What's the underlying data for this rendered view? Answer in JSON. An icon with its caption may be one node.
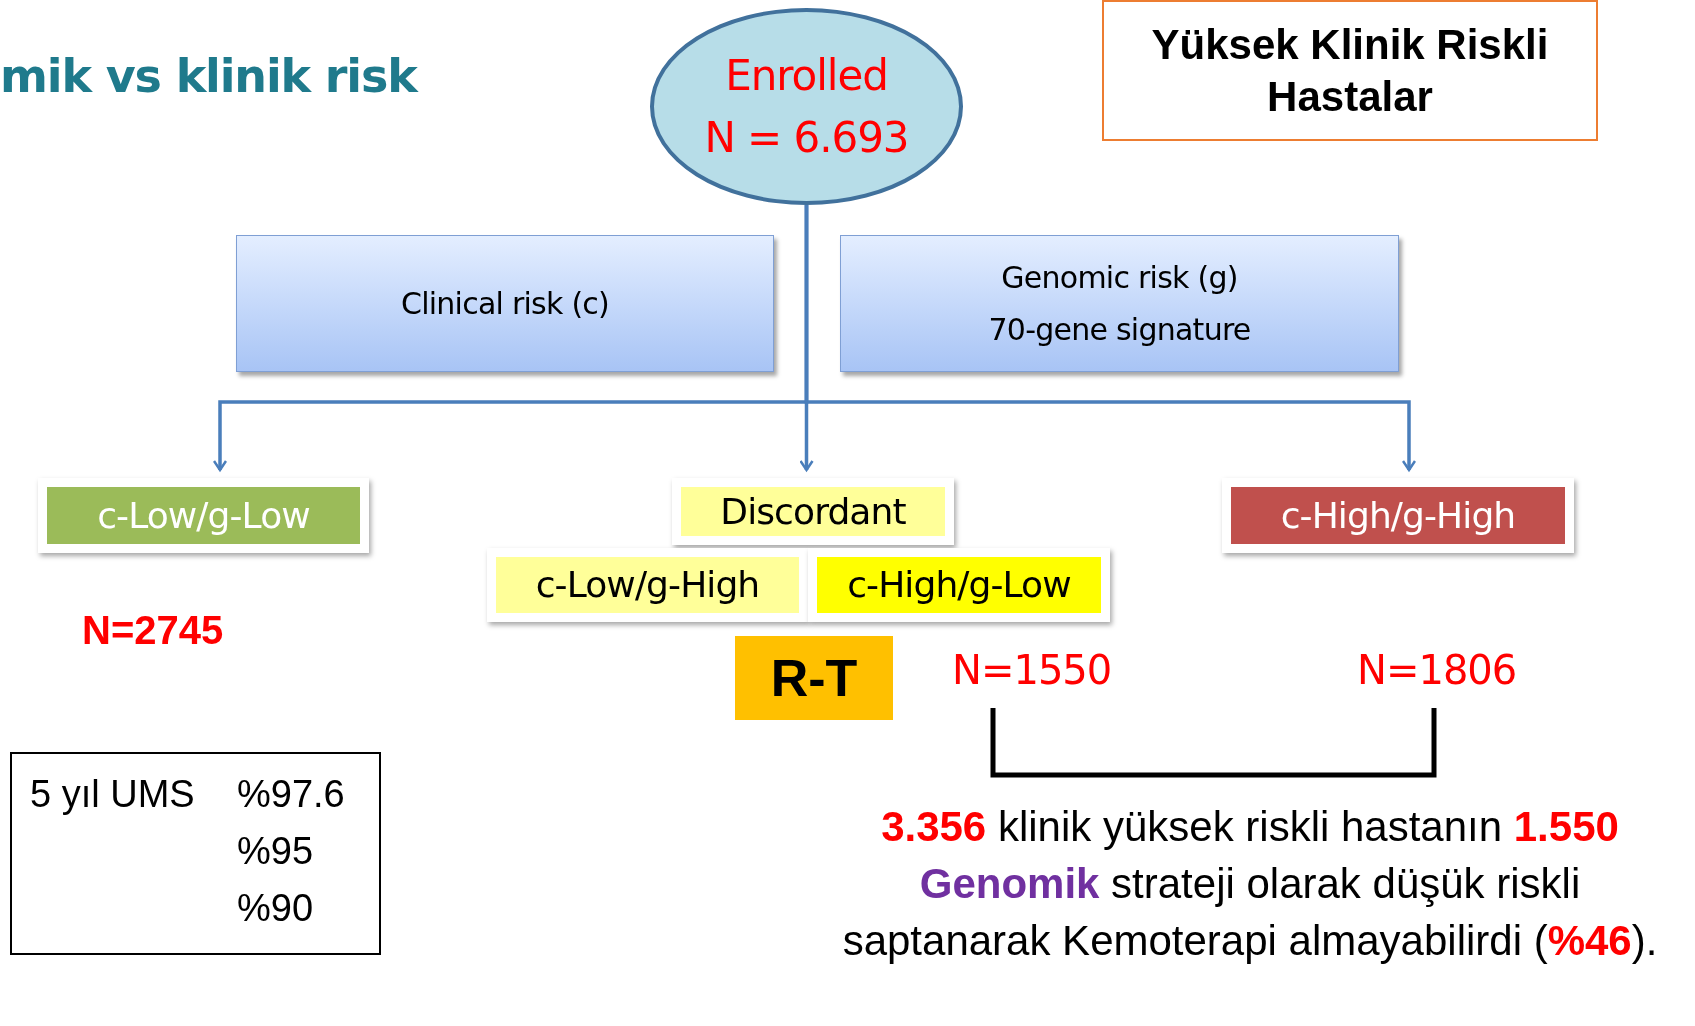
{
  "diagram": {
    "title": "mik vs klinik risk",
    "nodes": [
      {
        "text": [
          "Enrolled",
          "N = 6.693"
        ]
      },
      {
        "text": [
          "Yüksek Klinik Riskli Hastalar"
        ]
      },
      {
        "text": [
          "Clinical risk (c)"
        ]
      },
      {
        "text": [
          "Genomic risk (g)",
          "70-gene signature"
        ]
      },
      {
        "text": [
          "c-Low/g-Low"
        ]
      },
      {
        "text": [
          "Discordant"
        ]
      },
      {
        "text": [
          "c-Low/g-High"
        ]
      },
      {
        "text": [
          "c-High/g-Low"
        ]
      },
      {
        "text": [
          "R-T"
        ]
      },
      {
        "text": [
          "c-High/g-High"
        ]
      },
      {
        "text": [
          "5 yıl UMS",
          "%97.6",
          "%95",
          "%90"
        ]
      }
    ],
    "edges": [
      {
        "from": 0,
        "to": 4,
        "arrow": "to"
      },
      {
        "from": 0,
        "to": 5,
        "arrow": "to"
      },
      {
        "from": 0,
        "to": 9,
        "arrow": "to"
      }
    ],
    "labels": [
      "N=2745",
      "N=1550",
      "N=1806",
      "**3.356** klinik yüksek riskli hastanın **1.550** **Genomik** strateji olarak düşük riskli saptanarak Kemoterapi almayabilirdi (**%46**)."
    ]
  }
}
